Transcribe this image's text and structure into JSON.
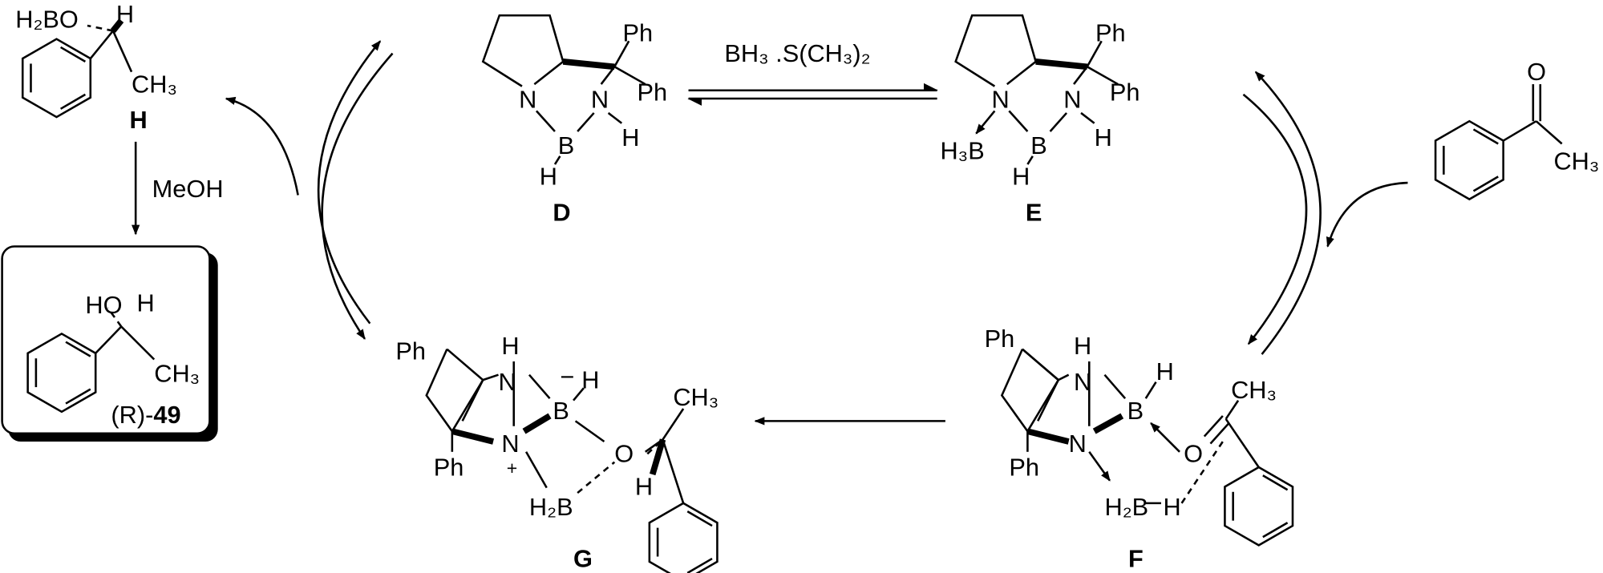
{
  "title": "CBS catalytic cycle for reduction of acetophenone",
  "compound_H": {
    "boronate": "H₂BO",
    "h": "H",
    "methyl": "CH₃",
    "label": "H"
  },
  "step_meoh": "MeOH",
  "product": {
    "ho": "HO",
    "h": "H",
    "methyl": "CH₃",
    "label_prefix": "(R)-",
    "label_number": "49"
  },
  "compound_D": {
    "ph1": "Ph",
    "ph2": "Ph",
    "n1": "N",
    "n2": "N",
    "b": "B",
    "nh": "H",
    "bh": "H",
    "label": "D"
  },
  "reagent": "BH₃ .S(CH₃)₂",
  "compound_E": {
    "ph1": "Ph",
    "ph2": "Ph",
    "n1": "N",
    "n2": "N",
    "b": "B",
    "nh": "H",
    "bh": "H",
    "bh3": "H₃B",
    "label": "E"
  },
  "acetophenone": {
    "o": "O",
    "methyl": "CH₃"
  },
  "compound_F": {
    "ph1": "Ph",
    "ph2": "Ph",
    "n1": "N",
    "n2": "N",
    "nh": "H",
    "b": "B",
    "bh": "H",
    "o": "O",
    "methyl": "CH₃",
    "h2b": "H₂B",
    "h": "H",
    "label": "F"
  },
  "compound_G": {
    "ph1": "Ph",
    "ph2": "Ph",
    "n1": "N",
    "n2": "N",
    "nh": "H",
    "b": "B",
    "minus": "−",
    "bh": "H",
    "plus": "+",
    "o": "O",
    "methyl": "CH₃",
    "h2b": "H₂B",
    "h": "H",
    "label": "G"
  }
}
